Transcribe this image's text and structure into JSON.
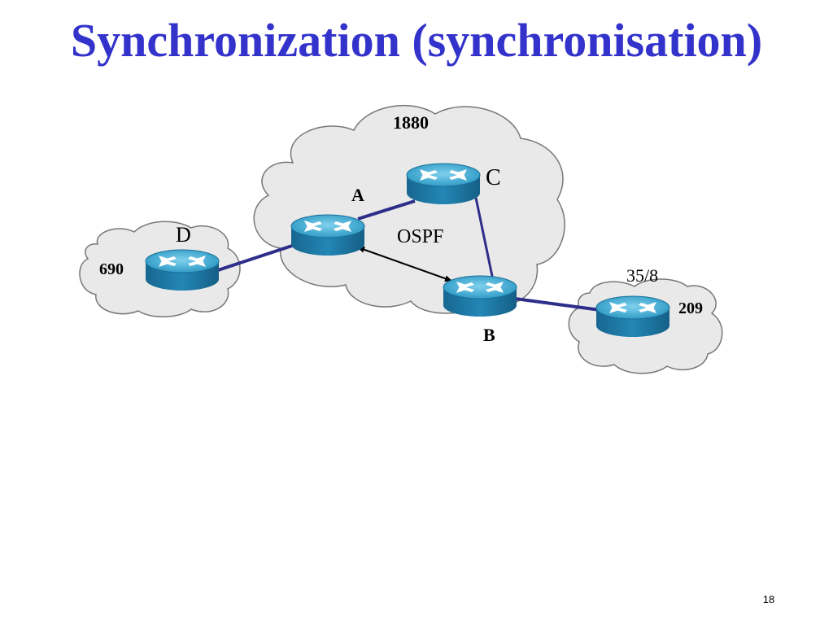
{
  "slide": {
    "title": "Synchronization (synchronisation)",
    "page_number": "18"
  },
  "diagram": {
    "clouds": [
      {
        "id": "as-1880",
        "label": "1880",
        "protocol_label": "OSPF"
      },
      {
        "id": "as-690",
        "label": "690"
      },
      {
        "id": "as-209",
        "label": "209",
        "prefix_label": "35/8"
      }
    ],
    "routers": [
      {
        "id": "A",
        "label": "A"
      },
      {
        "id": "B",
        "label": "B"
      },
      {
        "id": "C",
        "label": "C"
      },
      {
        "id": "D",
        "label": "D"
      }
    ],
    "colors": {
      "title": "#3333cc",
      "cloud_fill": "#e9e9e9",
      "cloud_stroke": "#777777",
      "router_top": "#2f9fc8",
      "router_side": "#1e6e9a",
      "link": "#2d2d8a"
    }
  }
}
